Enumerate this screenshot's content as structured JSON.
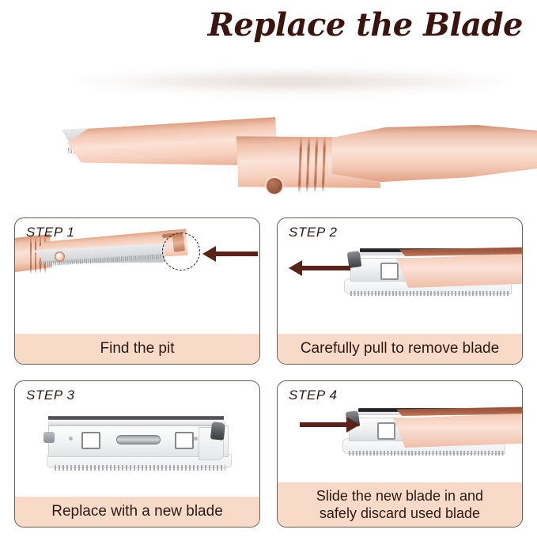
{
  "header": {
    "title": "Replace the Blade"
  },
  "hero": {
    "alt": "rose gold folding eyebrow razor with serrated blade"
  },
  "colors": {
    "title_text": "#3A1510",
    "panel_border": "#6D5A52",
    "caption_background": "#F9D9C7",
    "caption_text": "#2B1A14",
    "arrow": "#59231A",
    "rose_gold_light": "#FAE3D8",
    "rose_gold_mid": "#F3C6B1",
    "rose_gold_dark": "#A75F45",
    "blade_silver": "#E1E3E5",
    "blade_tab_dark": "#3E4145",
    "page_background": "#FFFFFF"
  },
  "steps": [
    {
      "label": "STEP 1",
      "caption": "Find the pit",
      "caption_lines": [
        "Find the pit"
      ],
      "arrow_direction": "left",
      "has_highlight_circle": true,
      "art": "razor-head-with-pit"
    },
    {
      "label": "STEP 2",
      "caption": "Carefully pull to remove blade",
      "caption_lines": [
        "Carefully pull to remove blade"
      ],
      "arrow_direction": "left",
      "has_highlight_circle": false,
      "art": "blade-cartridge-sliding-out-of-handle"
    },
    {
      "label": "STEP 3",
      "caption": "Replace with a new blade",
      "caption_lines": [
        "Replace with a new blade"
      ],
      "arrow_direction": "none",
      "has_highlight_circle": false,
      "art": "standalone-replacement-blade"
    },
    {
      "label": "STEP 4",
      "caption": "Slide the new blade in and safely discard used blade",
      "caption_lines": [
        "Slide the new blade in and",
        "safely discard used blade"
      ],
      "arrow_direction": "right",
      "has_highlight_circle": false,
      "art": "blade-cartridge-sliding-into-handle"
    }
  ]
}
